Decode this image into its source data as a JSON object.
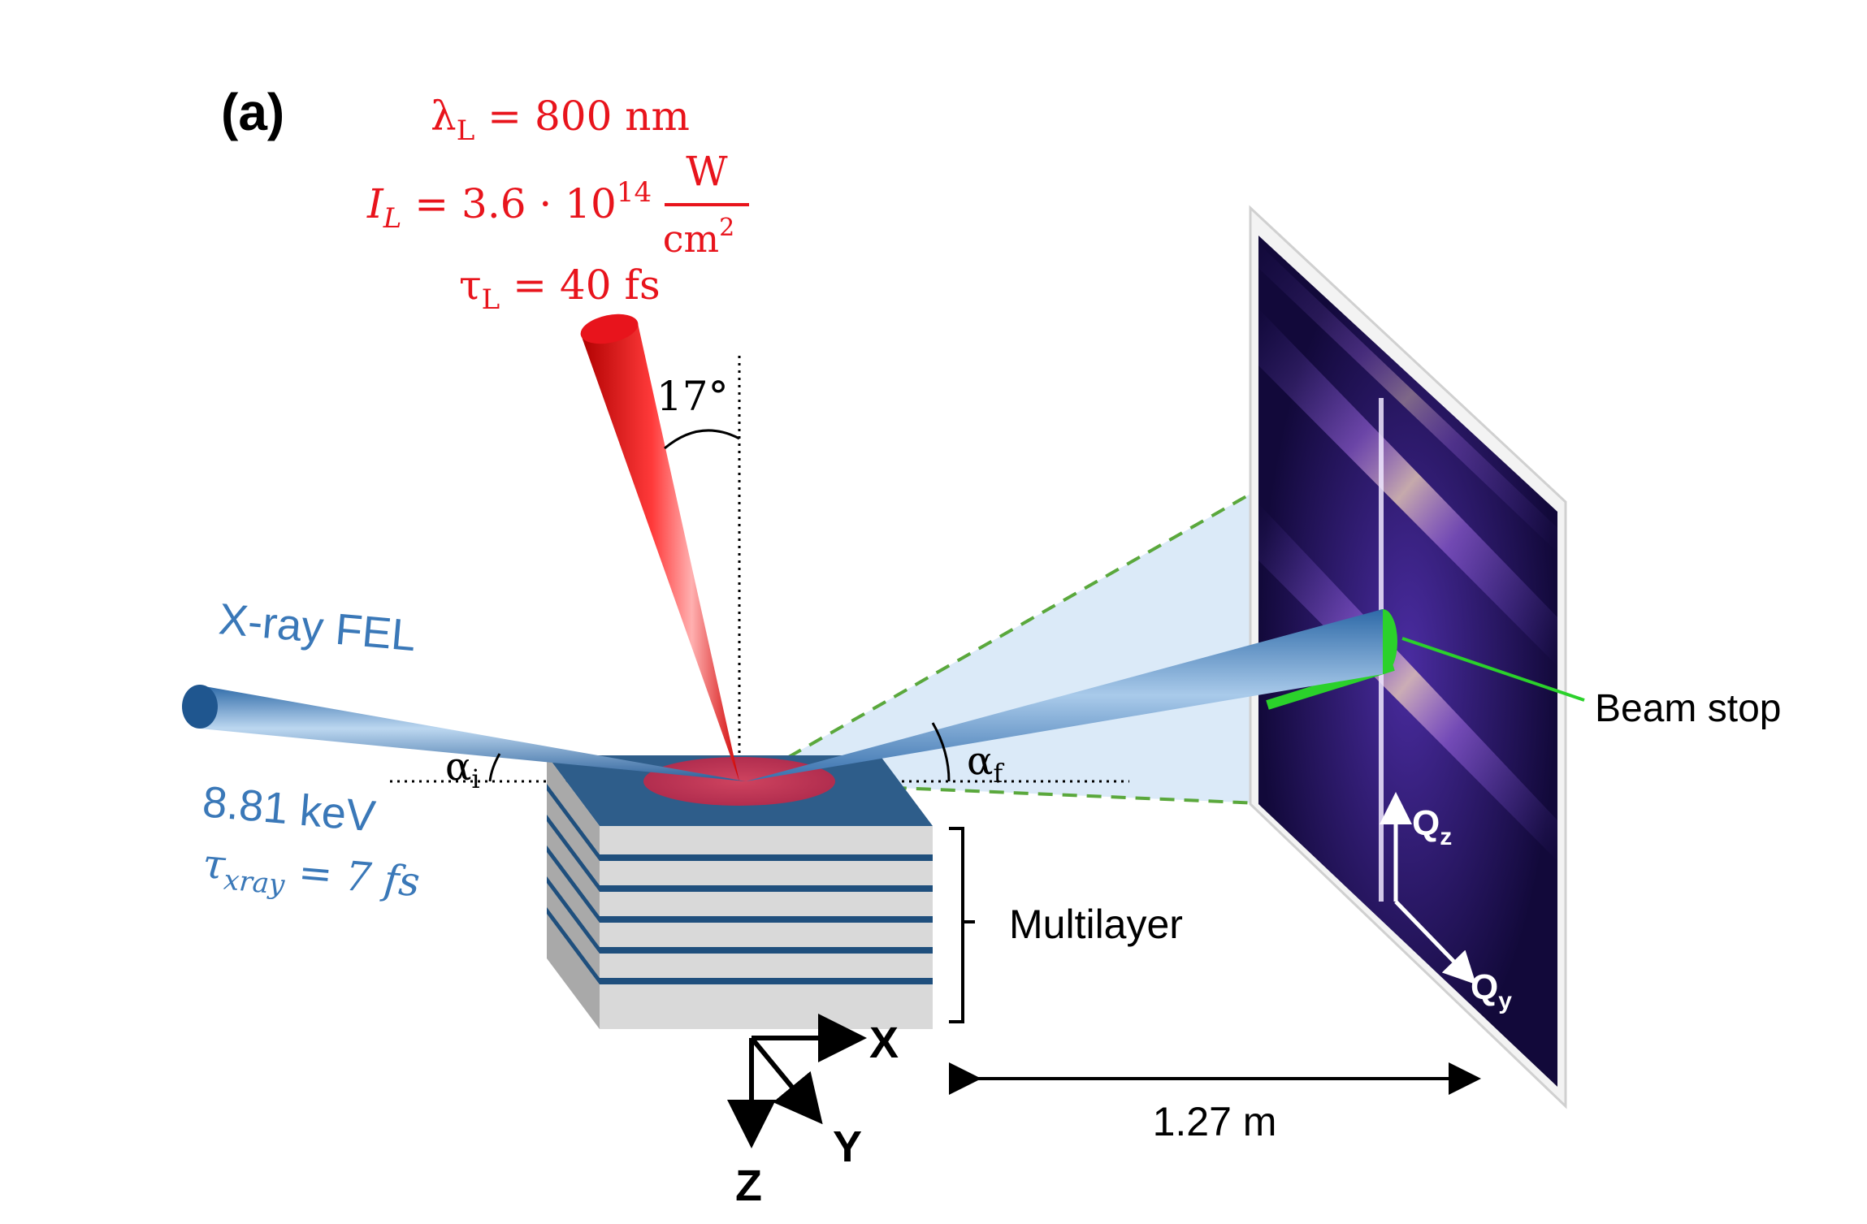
{
  "panel_label": "(a)",
  "laser": {
    "wavelength": {
      "symbol": "λ",
      "sub": "L",
      "value": " = 800 nm"
    },
    "intensity": {
      "symbol": "I",
      "sub": "L",
      "value": " = 3.6 · 10",
      "exp": "14",
      "unit_num": "W",
      "unit_den": "cm",
      "unit_den_exp": "2"
    },
    "duration": {
      "symbol": "τ",
      "sub": "L",
      "value": " = 40 fs"
    },
    "angle": "17°",
    "color": "#e8141c"
  },
  "xray": {
    "label": "X-ray FEL",
    "energy": "8.81 keV",
    "duration": {
      "symbol": "τ",
      "sub": "xray",
      "value": " = 7 fs"
    },
    "color": "#3a78b8"
  },
  "angles": {
    "incident": {
      "symbol": "α",
      "sub": "i"
    },
    "exit": {
      "symbol": "α",
      "sub": "f"
    }
  },
  "sample": {
    "label": "Multilayer",
    "layer_color": "#1f4f7d",
    "spacer_color": "#d9d9d9"
  },
  "axes": {
    "x": "X",
    "y": "Y",
    "z": "Z"
  },
  "detector": {
    "beam_stop": "Beam stop",
    "qz": {
      "symbol": "Q",
      "sub": "z"
    },
    "qy": {
      "symbol": "Q",
      "sub": "y"
    },
    "distance": "1.27 m",
    "beam_stop_color": "#2bd12b"
  }
}
